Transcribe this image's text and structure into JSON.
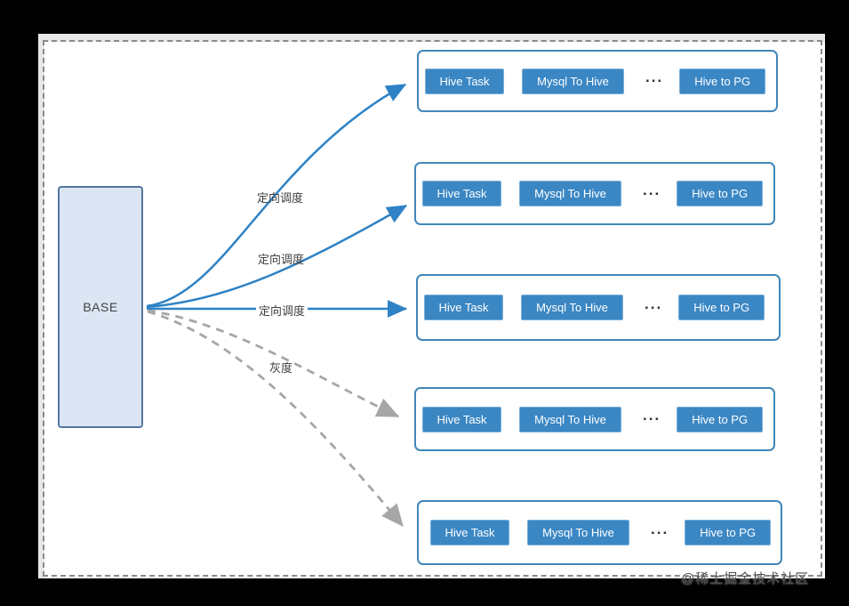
{
  "diagram": {
    "base": {
      "label": "BASE"
    },
    "edge_labels": [
      {
        "text": "定向调度"
      },
      {
        "text": "定向调度"
      },
      {
        "text": "定向调度"
      },
      {
        "text": "灰度"
      }
    ],
    "groups": [
      {
        "tasks": [
          "Hive Task",
          "Mysql To Hive",
          "Hive to PG"
        ],
        "more": "..."
      },
      {
        "tasks": [
          "Hive Task",
          "Mysql To Hive",
          "Hive to PG"
        ],
        "more": "..."
      },
      {
        "tasks": [
          "Hive Task",
          "Mysql To Hive",
          "Hive to PG"
        ],
        "more": "..."
      },
      {
        "tasks": [
          "Hive Task",
          "Mysql To Hive",
          "Hive to PG"
        ],
        "more": "..."
      },
      {
        "tasks": [
          "Hive Task",
          "Mysql To Hive",
          "Hive to PG"
        ],
        "more": "..."
      }
    ],
    "watermark": "@稀土掘金技术社区",
    "colors": {
      "background": "#000000",
      "page": "#ffffff",
      "arrow_blue": "#2e82c5",
      "arrow_gray": "#a6a6a6",
      "button_fill": "#3b87c4",
      "button_border": "#79aed7",
      "group_border": "#4186b8",
      "base_fill": "#dbe5f3",
      "base_border": "#53759e",
      "label_text": "#3f3f3f"
    }
  }
}
